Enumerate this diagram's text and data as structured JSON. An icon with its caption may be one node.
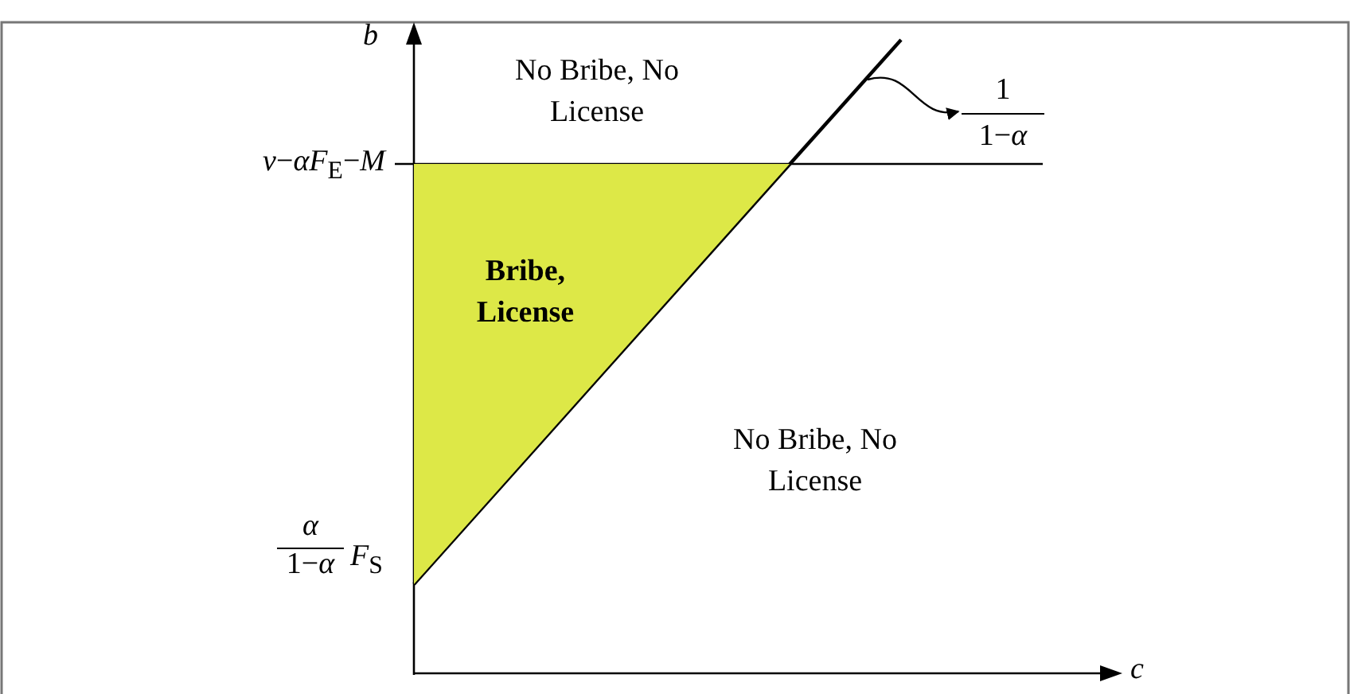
{
  "diagram": {
    "nodes": [
      {
        "text": [
          "Bribe, License"
        ]
      },
      {
        "text": [
          "1",
          "1−*α*"
        ]
      }
    ],
    "edges": [
      {
        "from": null,
        "to": 1,
        "arrow": "to"
      }
    ],
    "labels": [
      "b",
      "No Bribe, No License",
      "*v*−*αF*$_{E}$−*M*",
      "No Bribe, No License",
      "α",
      "1−*α*",
      "*F*$_{S}$",
      "c"
    ]
  }
}
